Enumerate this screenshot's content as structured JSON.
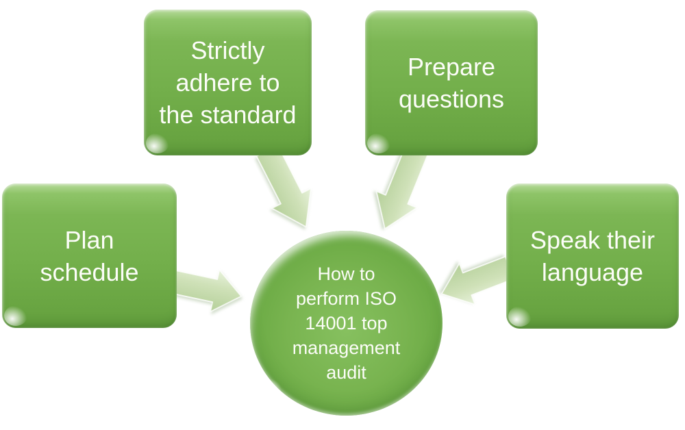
{
  "diagram": {
    "title_context": "ISO 14001 top management audit diagram",
    "center": {
      "label": "How to\nperform ISO\n14001 top\nmanagement\naudit",
      "shape": "circle"
    },
    "nodes": [
      {
        "id": "plan-schedule",
        "label": "Plan\nschedule",
        "position": "left",
        "arrow_direction": "right-down"
      },
      {
        "id": "strictly-adhere",
        "label": "Strictly\nadhere to\nthe standard",
        "position": "top-left",
        "arrow_direction": "down-right"
      },
      {
        "id": "prepare-questions",
        "label": "Prepare\nquestions",
        "position": "top-right",
        "arrow_direction": "down-left"
      },
      {
        "id": "speak-language",
        "label": "Speak their\nlanguage",
        "position": "right",
        "arrow_direction": "left-down"
      }
    ],
    "colors": {
      "node_green_light": "#8ec468",
      "node_green": "#73af4b",
      "node_green_dark": "#619c3d",
      "circle_green_center": "#86c05f",
      "circle_green_edge": "#5f9e3d",
      "arrow_green_light": "#e8f2dc",
      "arrow_green": "#cfe1b8",
      "arrow_green_dark": "#b4cf99",
      "text": "#fcfdf8",
      "background": "#ffffff"
    }
  }
}
